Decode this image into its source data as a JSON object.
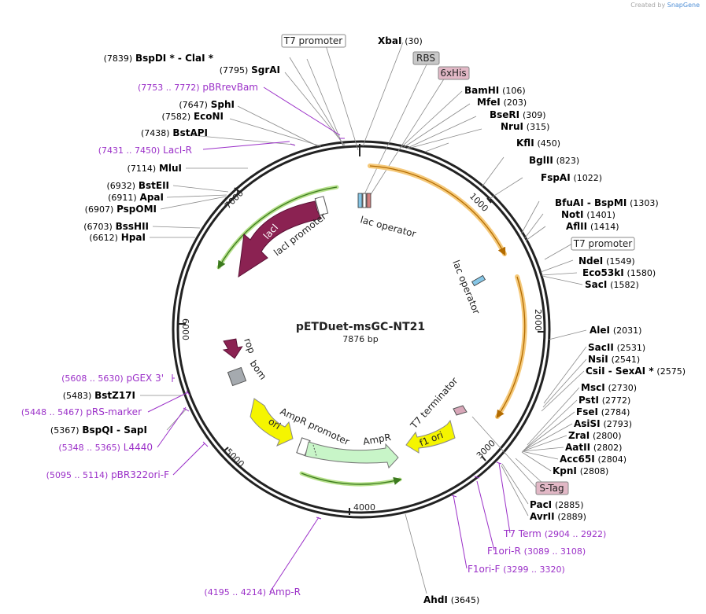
{
  "watermark": {
    "prefix": "Created by",
    "brand": "SnapGene"
  },
  "plasmid": {
    "name": "pETDuet-msGC-NT21",
    "length_label": "7876 bp",
    "total_bp": 7876
  },
  "colors": {
    "enzyme": "#000000",
    "primer": "#9b30c8",
    "line": "#777777",
    "lacI": "#8b2252",
    "ampR": "#c8f5c8",
    "ori": "#f5f500",
    "highlight": "#f0b040",
    "green_arrow": "#3c7a1e"
  },
  "tick_labels": [
    "1000",
    "2000",
    "3000",
    "4000",
    "5000",
    "6000",
    "7000"
  ],
  "enzymes_left": [
    {
      "id": "e7839",
      "pos": "(7839)",
      "name": "BspDI *  -  ClaI *"
    },
    {
      "id": "e7795",
      "pos": "(7795)",
      "name": "SgrAI"
    },
    {
      "id": "e7647",
      "pos": "(7647)",
      "name": "SphI"
    },
    {
      "id": "e7582",
      "pos": "(7582)",
      "name": "EcoNI"
    },
    {
      "id": "e7438",
      "pos": "(7438)",
      "name": "BstAPI"
    },
    {
      "id": "e7114",
      "pos": "(7114)",
      "name": "MluI"
    },
    {
      "id": "e6932",
      "pos": "(6932)",
      "name": "BstEII"
    },
    {
      "id": "e6911",
      "pos": "(6911)",
      "name": "ApaI"
    },
    {
      "id": "e6907",
      "pos": "(6907)",
      "name": "PspOMI"
    },
    {
      "id": "e6703",
      "pos": "(6703)",
      "name": "BssHII"
    },
    {
      "id": "e6612",
      "pos": "(6612)",
      "name": "HpaI"
    },
    {
      "id": "e5483",
      "pos": "(5483)",
      "name": "BstZ17I"
    },
    {
      "id": "e5367",
      "pos": "(5367)",
      "name": "BspQI  -  SapI"
    }
  ],
  "enzymes_right": [
    {
      "id": "e30",
      "name": "XbaI",
      "pos": "(30)"
    },
    {
      "id": "e106",
      "name": "BamHI",
      "pos": "(106)"
    },
    {
      "id": "e203",
      "name": "MfeI",
      "pos": "(203)"
    },
    {
      "id": "e309",
      "name": "BseRI",
      "pos": "(309)"
    },
    {
      "id": "e315",
      "name": "NruI",
      "pos": "(315)"
    },
    {
      "id": "e450",
      "name": "KflI",
      "pos": "(450)"
    },
    {
      "id": "e823",
      "name": "BglII",
      "pos": "(823)"
    },
    {
      "id": "e1022",
      "name": "FspAI",
      "pos": "(1022)"
    },
    {
      "id": "e1303",
      "name": "BfuAI  -  BspMI",
      "pos": "(1303)"
    },
    {
      "id": "e1401",
      "name": "NotI",
      "pos": "(1401)"
    },
    {
      "id": "e1414",
      "name": "AflII",
      "pos": "(1414)"
    },
    {
      "id": "e1549",
      "name": "NdeI",
      "pos": "(1549)"
    },
    {
      "id": "e1580",
      "name": "Eco53kI",
      "pos": "(1580)"
    },
    {
      "id": "e1582",
      "name": "SacI",
      "pos": "(1582)"
    },
    {
      "id": "e2031",
      "name": "AleI",
      "pos": "(2031)"
    },
    {
      "id": "e2531",
      "name": "SacII",
      "pos": "(2531)"
    },
    {
      "id": "e2541",
      "name": "NsiI",
      "pos": "(2541)"
    },
    {
      "id": "e2575",
      "name": "CsiI  -  SexAI *",
      "pos": "(2575)"
    },
    {
      "id": "e2730",
      "name": "MscI",
      "pos": "(2730)"
    },
    {
      "id": "e2772",
      "name": "PstI",
      "pos": "(2772)"
    },
    {
      "id": "e2784",
      "name": "FseI",
      "pos": "(2784)"
    },
    {
      "id": "e2793",
      "name": "AsiSI",
      "pos": "(2793)"
    },
    {
      "id": "e2800",
      "name": "ZraI",
      "pos": "(2800)"
    },
    {
      "id": "e2802",
      "name": "AatII",
      "pos": "(2802)"
    },
    {
      "id": "e2804",
      "name": "Acc65I",
      "pos": "(2804)"
    },
    {
      "id": "e2808",
      "name": "KpnI",
      "pos": "(2808)"
    },
    {
      "id": "e2885",
      "name": "PacI",
      "pos": "(2885)"
    },
    {
      "id": "e2889",
      "name": "AvrII",
      "pos": "(2889)"
    },
    {
      "id": "e3645",
      "name": "AhdI",
      "pos": "(3645)"
    }
  ],
  "primers_left": [
    {
      "id": "p7753",
      "range": "(7753 .. 7772)",
      "name": "pBRrevBam"
    },
    {
      "id": "p7431",
      "range": "(7431 .. 7450)",
      "name": "LacI-R"
    },
    {
      "id": "p5608",
      "range": "(5608 .. 5630)",
      "name": "pGEX 3'"
    },
    {
      "id": "p5448",
      "range": "(5448 .. 5467)",
      "name": "pRS-marker"
    },
    {
      "id": "p5348",
      "range": "(5348 .. 5365)",
      "name": "L4440"
    },
    {
      "id": "p5095",
      "range": "(5095 .. 5114)",
      "name": "pBR322ori-F"
    },
    {
      "id": "p4195",
      "range": "(4195 .. 4214)",
      "name": "Amp-R"
    }
  ],
  "primers_right": [
    {
      "id": "p2904",
      "name": "T7 Term",
      "range": "(2904 .. 2922)"
    },
    {
      "id": "p3089",
      "name": "F1ori-R",
      "range": "(3089 .. 3108)"
    },
    {
      "id": "p3299",
      "name": "F1ori-F",
      "range": "(3299 .. 3320)"
    }
  ],
  "boxed_features": [
    {
      "id": "b-t7p-top",
      "text": "T7 promoter",
      "style": "white"
    },
    {
      "id": "b-rbs",
      "text": "RBS",
      "style": "gray"
    },
    {
      "id": "b-6xhis",
      "text": "6xHis",
      "style": "pink"
    },
    {
      "id": "b-t7p-right",
      "text": "T7 promoter",
      "style": "white"
    },
    {
      "id": "b-stag",
      "text": "S-Tag",
      "style": "pink"
    }
  ],
  "features": {
    "lacI": "lacI",
    "lacI_promoter": "lacI promoter",
    "lac_operator_1": "lac operator",
    "lac_operator_2": "lac operator",
    "rop": "rop",
    "bom": "bom",
    "ori": "ori",
    "ampR_promoter": "AmpR promoter",
    "ampR": "AmpR",
    "t7_terminator": "T7 terminator",
    "f1_ori": "f1 ori"
  }
}
